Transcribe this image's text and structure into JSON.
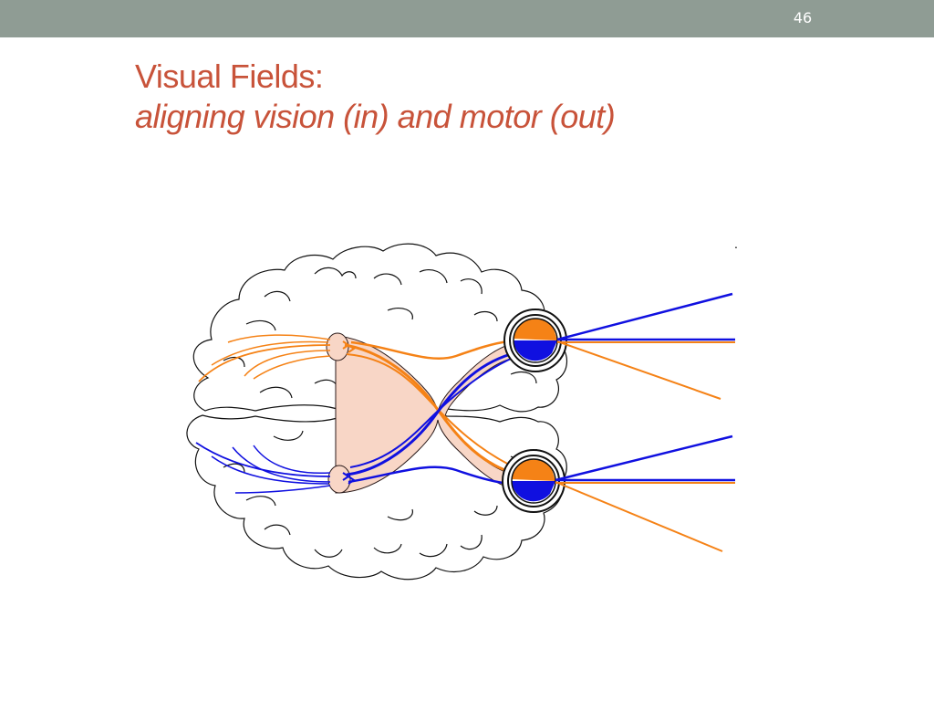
{
  "slide": {
    "number": "46",
    "title_line1": "Visual Fields:",
    "title_line2": "aligning vision (in) and motor (out)"
  },
  "colors": {
    "header_bar": "#8f9c94",
    "title": "#c8533a",
    "motor_out": "#f58216",
    "vision_in": "#1010e0",
    "nerve_fill": "#f8d6c6"
  },
  "stray_mark": "."
}
